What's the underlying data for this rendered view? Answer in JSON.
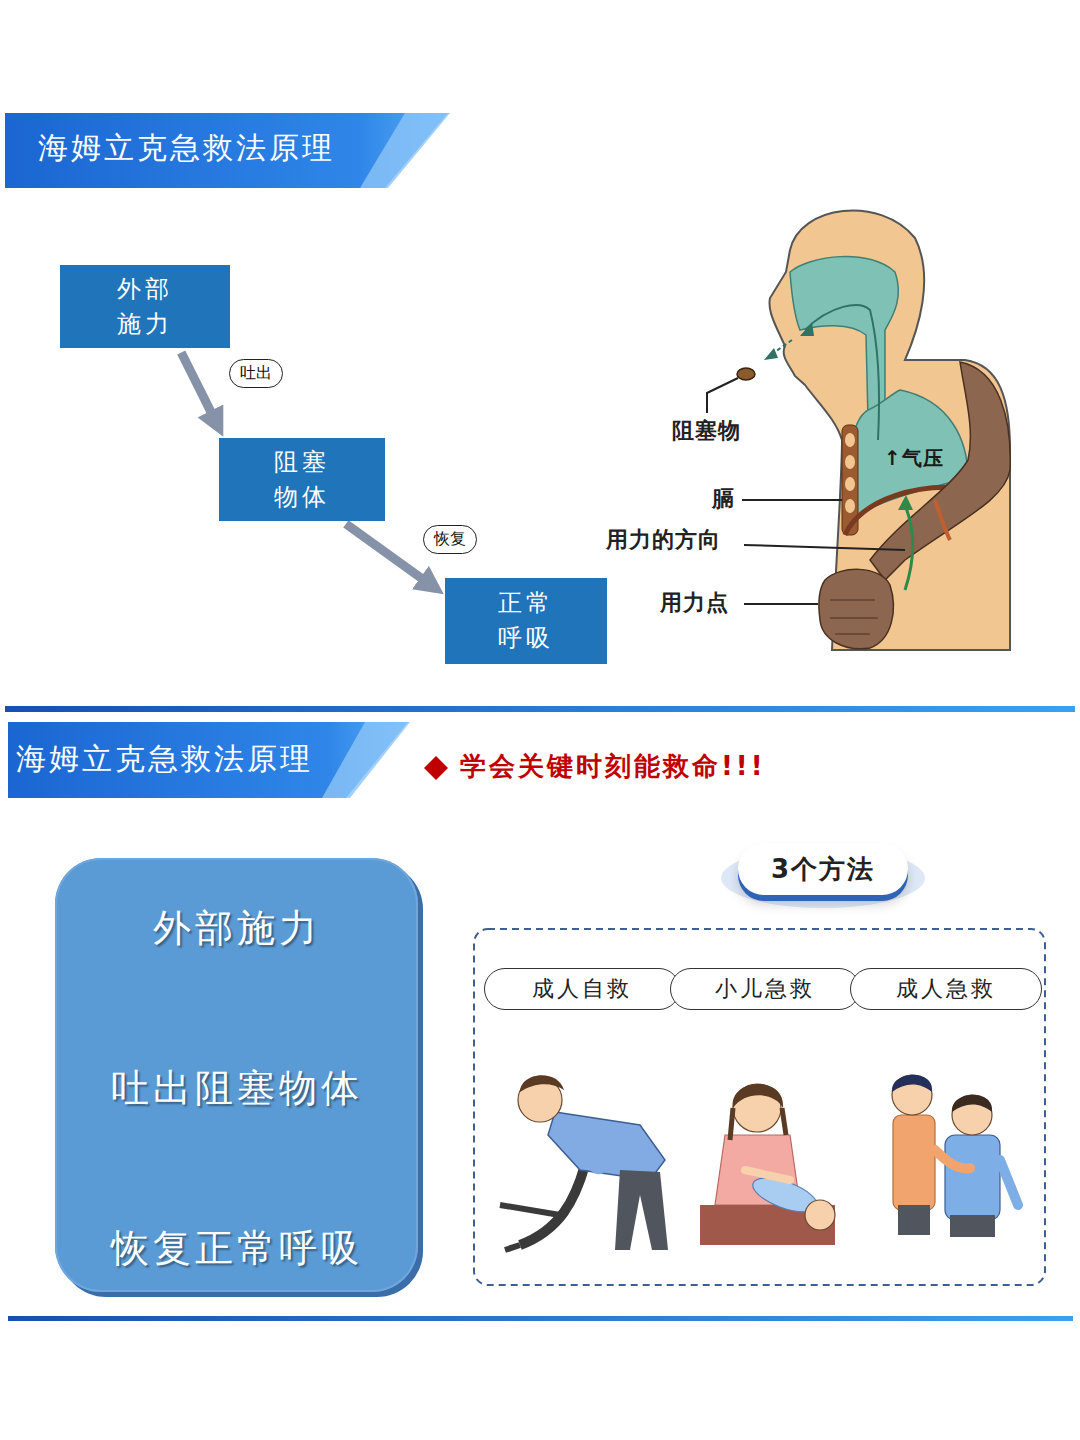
{
  "diagram": {
    "title": "海姆立克急救法原理",
    "nodes": [
      {
        "text": [
          "外部 施力"
        ]
      },
      {
        "text": [
          "阻塞 物体"
        ]
      },
      {
        "text": [
          "正常 呼吸"
        ]
      },
      {
        "text": [
          "外部施力",
          "吐出阻塞物体",
          "恢复正常呼吸"
        ]
      },
      {
        "text": [
          "3个方法"
        ]
      },
      {
        "text": [
          "成人自救"
        ]
      },
      {
        "text": [
          "小儿急救"
        ]
      },
      {
        "text": [
          "成人急救"
        ]
      }
    ],
    "edges": [
      {
        "from": 0,
        "to": 1,
        "label": "吐出",
        "arrow": "to"
      },
      {
        "from": 1,
        "to": 2,
        "label": "恢复",
        "arrow": "to"
      }
    ],
    "labels": [
      "阻塞物",
      "↑气压",
      "膈",
      "用力的方向",
      "用力点",
      "海姆立克急救法原理",
      "学会关键时刻能救命!!!"
    ]
  }
}
